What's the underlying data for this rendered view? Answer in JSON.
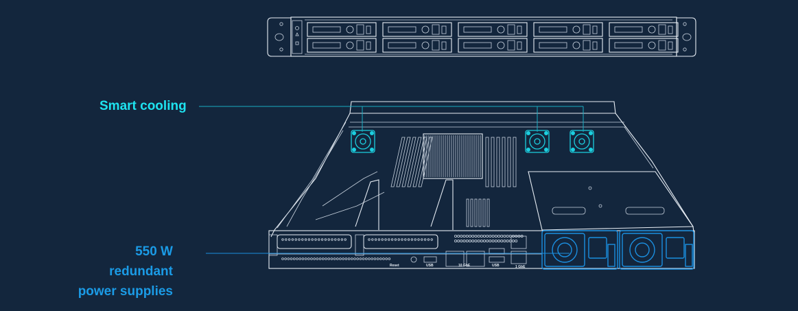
{
  "callouts": {
    "cooling": {
      "label": "Smart cooling",
      "color": "#1ee3f0"
    },
    "psu": {
      "lines": [
        "550 W",
        "redundant",
        "power supplies"
      ],
      "color": "#1b9be6"
    }
  },
  "front_view": {
    "drive_bays": 10,
    "drive_rows": 2,
    "drive_columns": 5
  },
  "rear_panel": {
    "port_labels": [
      "Reset",
      "USB",
      "10 GbE",
      "USB",
      "1 GbE"
    ]
  },
  "colors": {
    "background": "#13263d",
    "linework": "#e8eef5",
    "cooling_accent": "#1ccfe0",
    "psu_accent": "#1b8fe0"
  }
}
